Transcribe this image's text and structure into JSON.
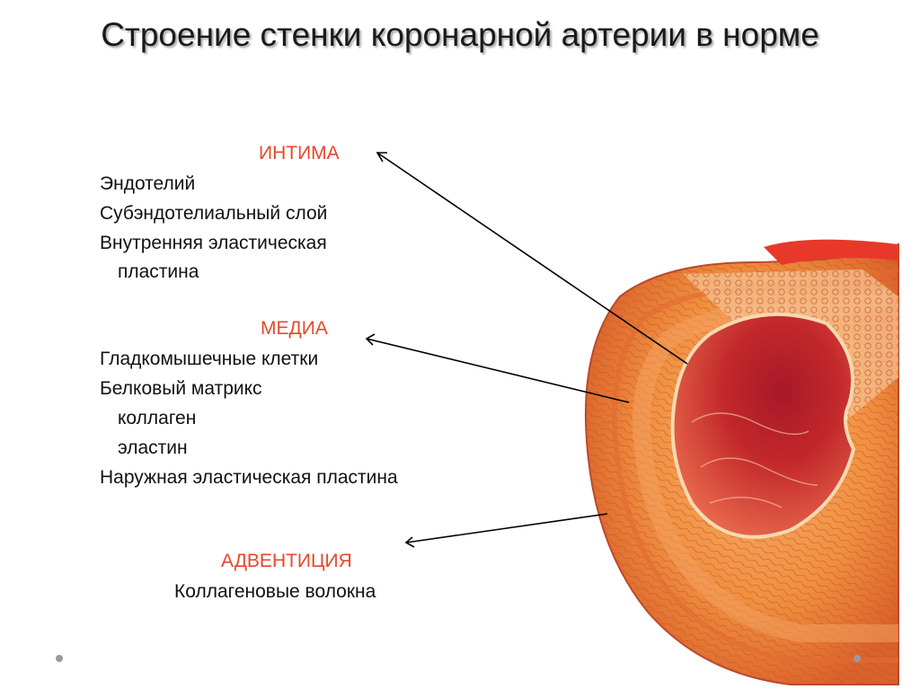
{
  "title": "Строение стенки коронарной артерии в норме",
  "colors": {
    "header": "#e8472a",
    "arrow": "#000000",
    "wall": "#f0903f",
    "lumen": "#c2282a"
  },
  "intima": {
    "header": "ИНТИМА",
    "items": [
      "Эндотелий",
      "Субэндотелиальный слой",
      "Внутренняя эластическая",
      "пластина"
    ]
  },
  "media": {
    "header": "МЕДИА",
    "items": [
      "Гладкомышечные клетки",
      "Белковый матрикс",
      "коллаген",
      "эластин",
      "Наружная эластическая пластина"
    ]
  },
  "adventitia": {
    "header": "АДВЕНТИЦИЯ",
    "items": [
      "Коллагеновые волокна"
    ]
  }
}
